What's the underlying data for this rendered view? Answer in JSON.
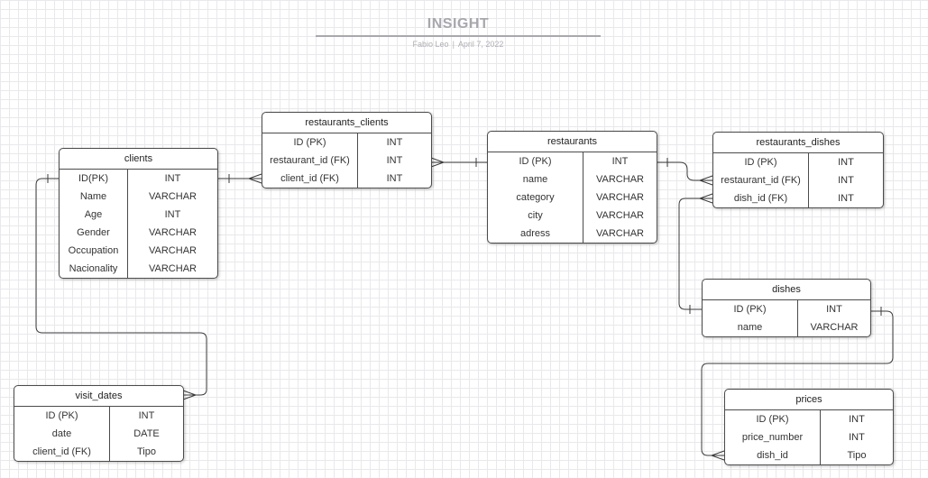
{
  "header": {
    "title": "INSIGHT",
    "author": "Fabio Leo",
    "date": "April 7, 2022",
    "separator": "|"
  },
  "entities": {
    "clients": {
      "name": "clients",
      "rows": [
        {
          "field": "ID(PK)",
          "type": "INT"
        },
        {
          "field": "Name",
          "type": "VARCHAR"
        },
        {
          "field": "Age",
          "type": "INT"
        },
        {
          "field": "Gender",
          "type": "VARCHAR"
        },
        {
          "field": "Occupation",
          "type": "VARCHAR"
        },
        {
          "field": "Nacionality",
          "type": "VARCHAR"
        }
      ]
    },
    "restaurants_clients": {
      "name": "restaurants_clients",
      "rows": [
        {
          "field": "ID (PK)",
          "type": "INT"
        },
        {
          "field": "restaurant_id (FK)",
          "type": "INT"
        },
        {
          "field": "client_id (FK)",
          "type": "INT"
        }
      ]
    },
    "restaurants": {
      "name": "restaurants",
      "rows": [
        {
          "field": "ID (PK)",
          "type": "INT"
        },
        {
          "field": "name",
          "type": "VARCHAR"
        },
        {
          "field": "category",
          "type": "VARCHAR"
        },
        {
          "field": "city",
          "type": "VARCHAR"
        },
        {
          "field": "adress",
          "type": "VARCHAR"
        }
      ]
    },
    "restaurants_dishes": {
      "name": "restaurants_dishes",
      "rows": [
        {
          "field": "ID (PK)",
          "type": "INT"
        },
        {
          "field": "restaurant_id (FK)",
          "type": "INT"
        },
        {
          "field": "dish_id (FK)",
          "type": "INT"
        }
      ]
    },
    "dishes": {
      "name": "dishes",
      "rows": [
        {
          "field": "ID (PK)",
          "type": "INT"
        },
        {
          "field": "name",
          "type": "VARCHAR"
        }
      ]
    },
    "visit_dates": {
      "name": "visit_dates",
      "rows": [
        {
          "field": "ID (PK)",
          "type": "INT"
        },
        {
          "field": "date",
          "type": "DATE"
        },
        {
          "field": "client_id (FK)",
          "type": "Tipo"
        }
      ]
    },
    "prices": {
      "name": "prices",
      "rows": [
        {
          "field": "ID (PK)",
          "type": "INT"
        },
        {
          "field": "price_number",
          "type": "INT"
        },
        {
          "field": "dish_id",
          "type": "Tipo"
        }
      ]
    }
  }
}
